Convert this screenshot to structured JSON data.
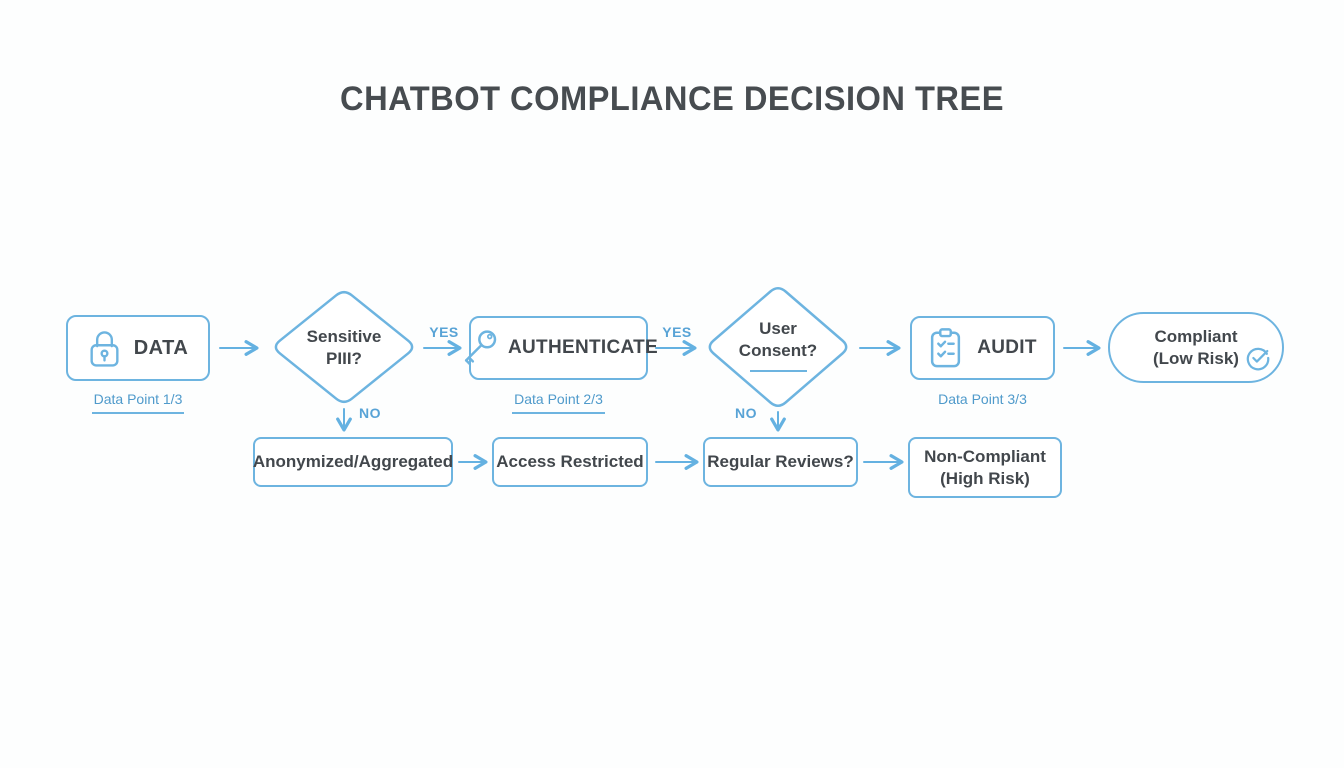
{
  "title": "CHATBOT COMPLIANCE DECISION TREE",
  "colors": {
    "node_border": "#6db4e0",
    "arrow": "#64b1e1",
    "dark_text": "#42474c",
    "sublabel_blue": "#4f9acb",
    "edge_label_blue": "#58a3d6",
    "background": "#fdfefe"
  },
  "nodes": {
    "data": {
      "label": "DATA",
      "sublabel": "Data Point 1/3",
      "icon": "lock-icon"
    },
    "sensitive_pii": {
      "line1": "Sensitive",
      "line2": "PIII?"
    },
    "authenticate": {
      "label": "AUTHENTICATE",
      "sublabel": "Data Point 2/3",
      "icon": "key-icon"
    },
    "user_consent": {
      "line1": "User",
      "line2": "Consent?"
    },
    "audit": {
      "label": "AUDIT",
      "sublabel": "Data Point 3/3",
      "icon": "clipboard-checklist-icon"
    },
    "compliant": {
      "line1": "Compliant",
      "line2": "(Low Risk)",
      "icon": "check-circle-icon"
    },
    "anonymized": {
      "label": "Anonymized/Aggregated"
    },
    "access_restricted": {
      "label": "Access Restricted"
    },
    "regular_reviews": {
      "label": "Regular Reviews?"
    },
    "non_compliant": {
      "line1": "Non-Compliant",
      "line2": "(High Risk)"
    }
  },
  "edge_labels": {
    "yes1": "YES",
    "yes2": "YES",
    "no1": "NO",
    "no2": "NO"
  }
}
